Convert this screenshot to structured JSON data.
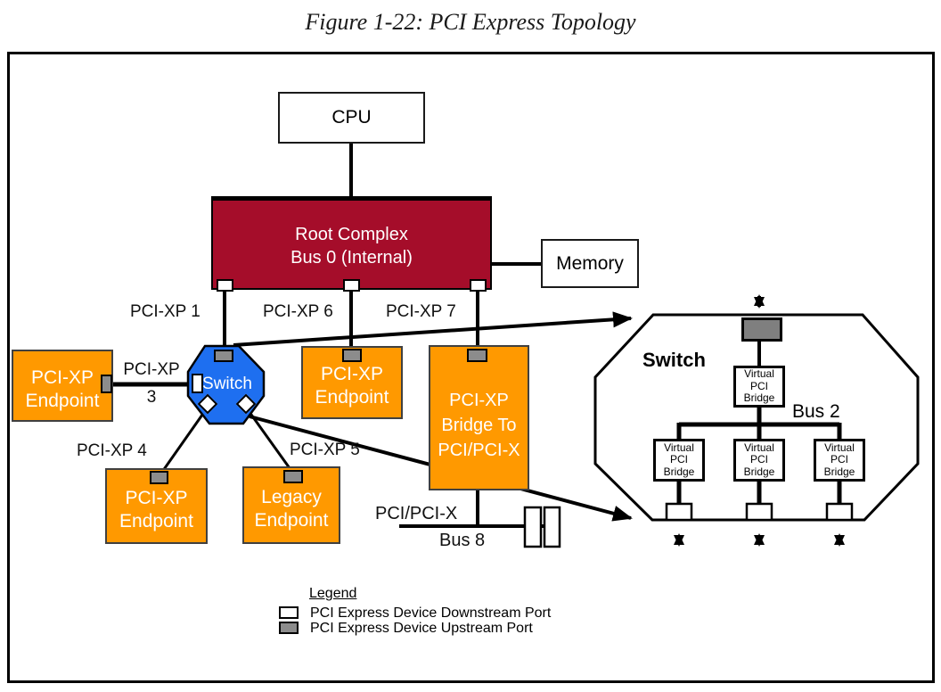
{
  "figure": {
    "title": "Figure 1-22: PCI Express Topology"
  },
  "colors": {
    "root_complex_red": "#a50d2a",
    "endpoint_orange": "#ff9900",
    "switch_blue": "#1e6ff0",
    "upstream_port_gray": "#8c8c8c",
    "line_black": "#000000"
  },
  "nodes": {
    "cpu": "CPU",
    "root_complex": "Root Complex\nBus 0 (Internal)",
    "memory": "Memory",
    "endpoint_left": "PCI-XP\nEndpoint",
    "endpoint_mid": "PCI-XP\nEndpoint",
    "endpoint_lower": "PCI-XP\nEndpoint",
    "legacy_endpoint": "Legacy\nEndpoint",
    "bridge": "PCI-XP\nBridge To\nPCI/PCI-X",
    "switch": "Switch"
  },
  "link_labels": {
    "pcixp1": "PCI-XP 1",
    "pcixp6": "PCI-XP 6",
    "pcixp7": "PCI-XP 7",
    "pcixp3_top": "PCI-XP",
    "pcixp3_bottom": "3",
    "pcixp4": "PCI-XP 4",
    "pcixp5": "PCI-XP 5",
    "pci_bus_name": "PCI/PCI-X",
    "pci_bus_number": "Bus 8"
  },
  "switch_detail": {
    "title": "Switch",
    "virtual_pci_bridge": "Virtual\nPCI\nBridge",
    "bus2": "Bus 2"
  },
  "legend": {
    "title": "Legend",
    "downstream": "PCI Express Device Downstream Port",
    "upstream": "PCI Express Device Upstream Port"
  }
}
